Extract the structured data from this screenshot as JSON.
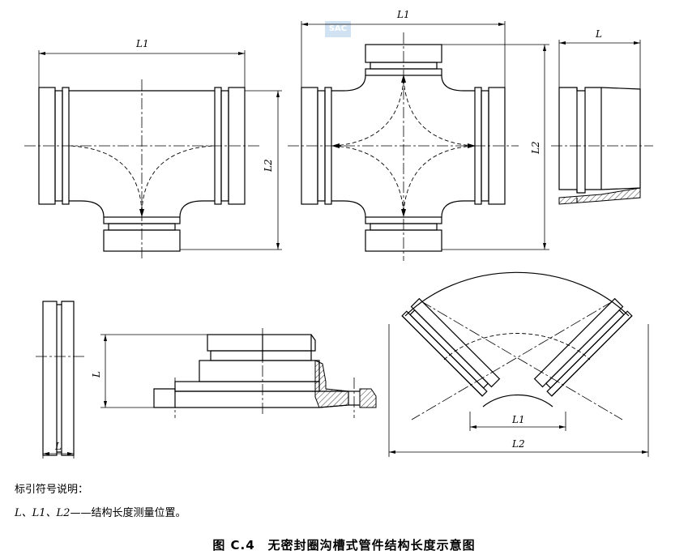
{
  "dimensions": {
    "tee_L1": "L1",
    "tee_L2": "L2",
    "cross_L1": "L1",
    "cross_L2": "L2",
    "reducer_L": "L",
    "cap_L": "L",
    "flange_L": "L",
    "elbow_L1": "L1",
    "elbow_L2": "L2"
  },
  "legend": {
    "title": "标引符号说明：",
    "item_symbols": "L、L1、L2",
    "item_text": "——结构长度测量位置。"
  },
  "caption": "图 C.4　无密封圈沟槽式管件结构长度示意图",
  "watermark": "SAC"
}
